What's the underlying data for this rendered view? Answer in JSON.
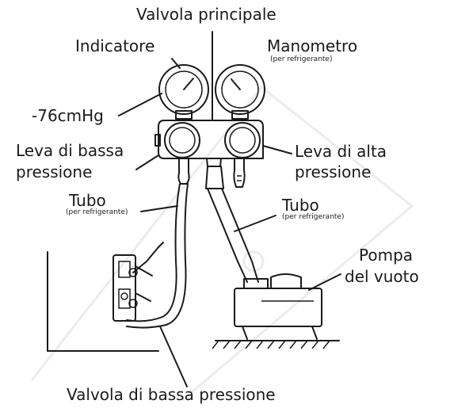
{
  "labels": {
    "main_valve": "Valvola principale",
    "indicator": "Indicatore",
    "gauge": "Manometro",
    "gauge_note": "(per refrigerante)",
    "reading": "-76cmHg",
    "low_lever_1": "Leva di bassa",
    "low_lever_2": "pressione",
    "high_lever_1": "Leva di alta",
    "high_lever_2": "pressione",
    "hose_left": "Tubo",
    "hose_left_note": "(per refrigerante)",
    "hose_right": "Tubo",
    "hose_right_note": "(per refrigerante)",
    "pump_1": "Pompa",
    "pump_2": "del vuoto",
    "low_valve": "Valvola di bassa pressione"
  }
}
